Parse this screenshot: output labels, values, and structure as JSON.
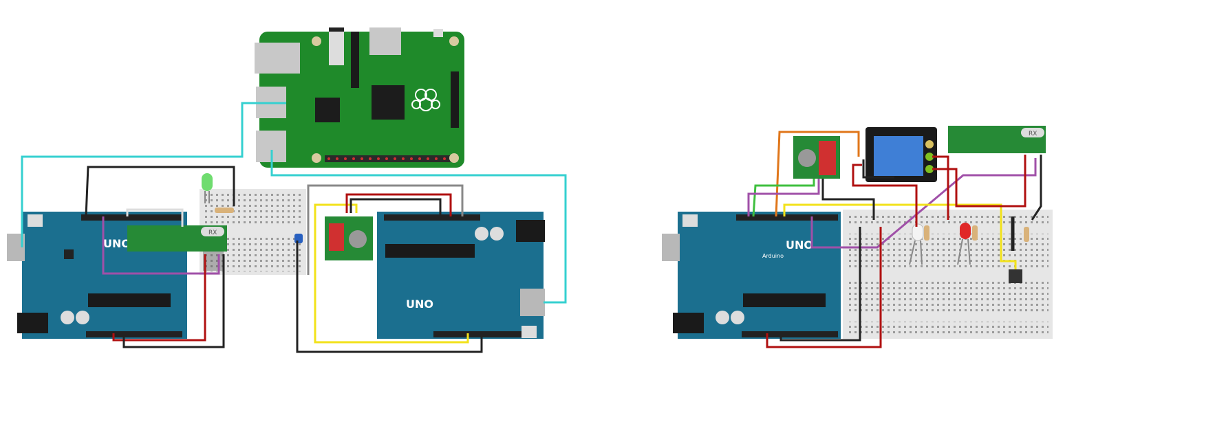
{
  "labels": {
    "uno": "UNO",
    "arduino": "Arduino",
    "rx": "RX"
  },
  "colors": {
    "arduino_board": "#1b6f8f",
    "pi_board": "#1f8a2a",
    "breadboard": "#e6e6e6",
    "wire_cyan": "#35d0d0",
    "wire_black": "#222222",
    "wire_red": "#b01010",
    "wire_yellow": "#f2e21a",
    "wire_purple": "#a050a8",
    "wire_green": "#3fbf3f",
    "wire_orange": "#e0761a",
    "wire_gray": "#888888"
  }
}
